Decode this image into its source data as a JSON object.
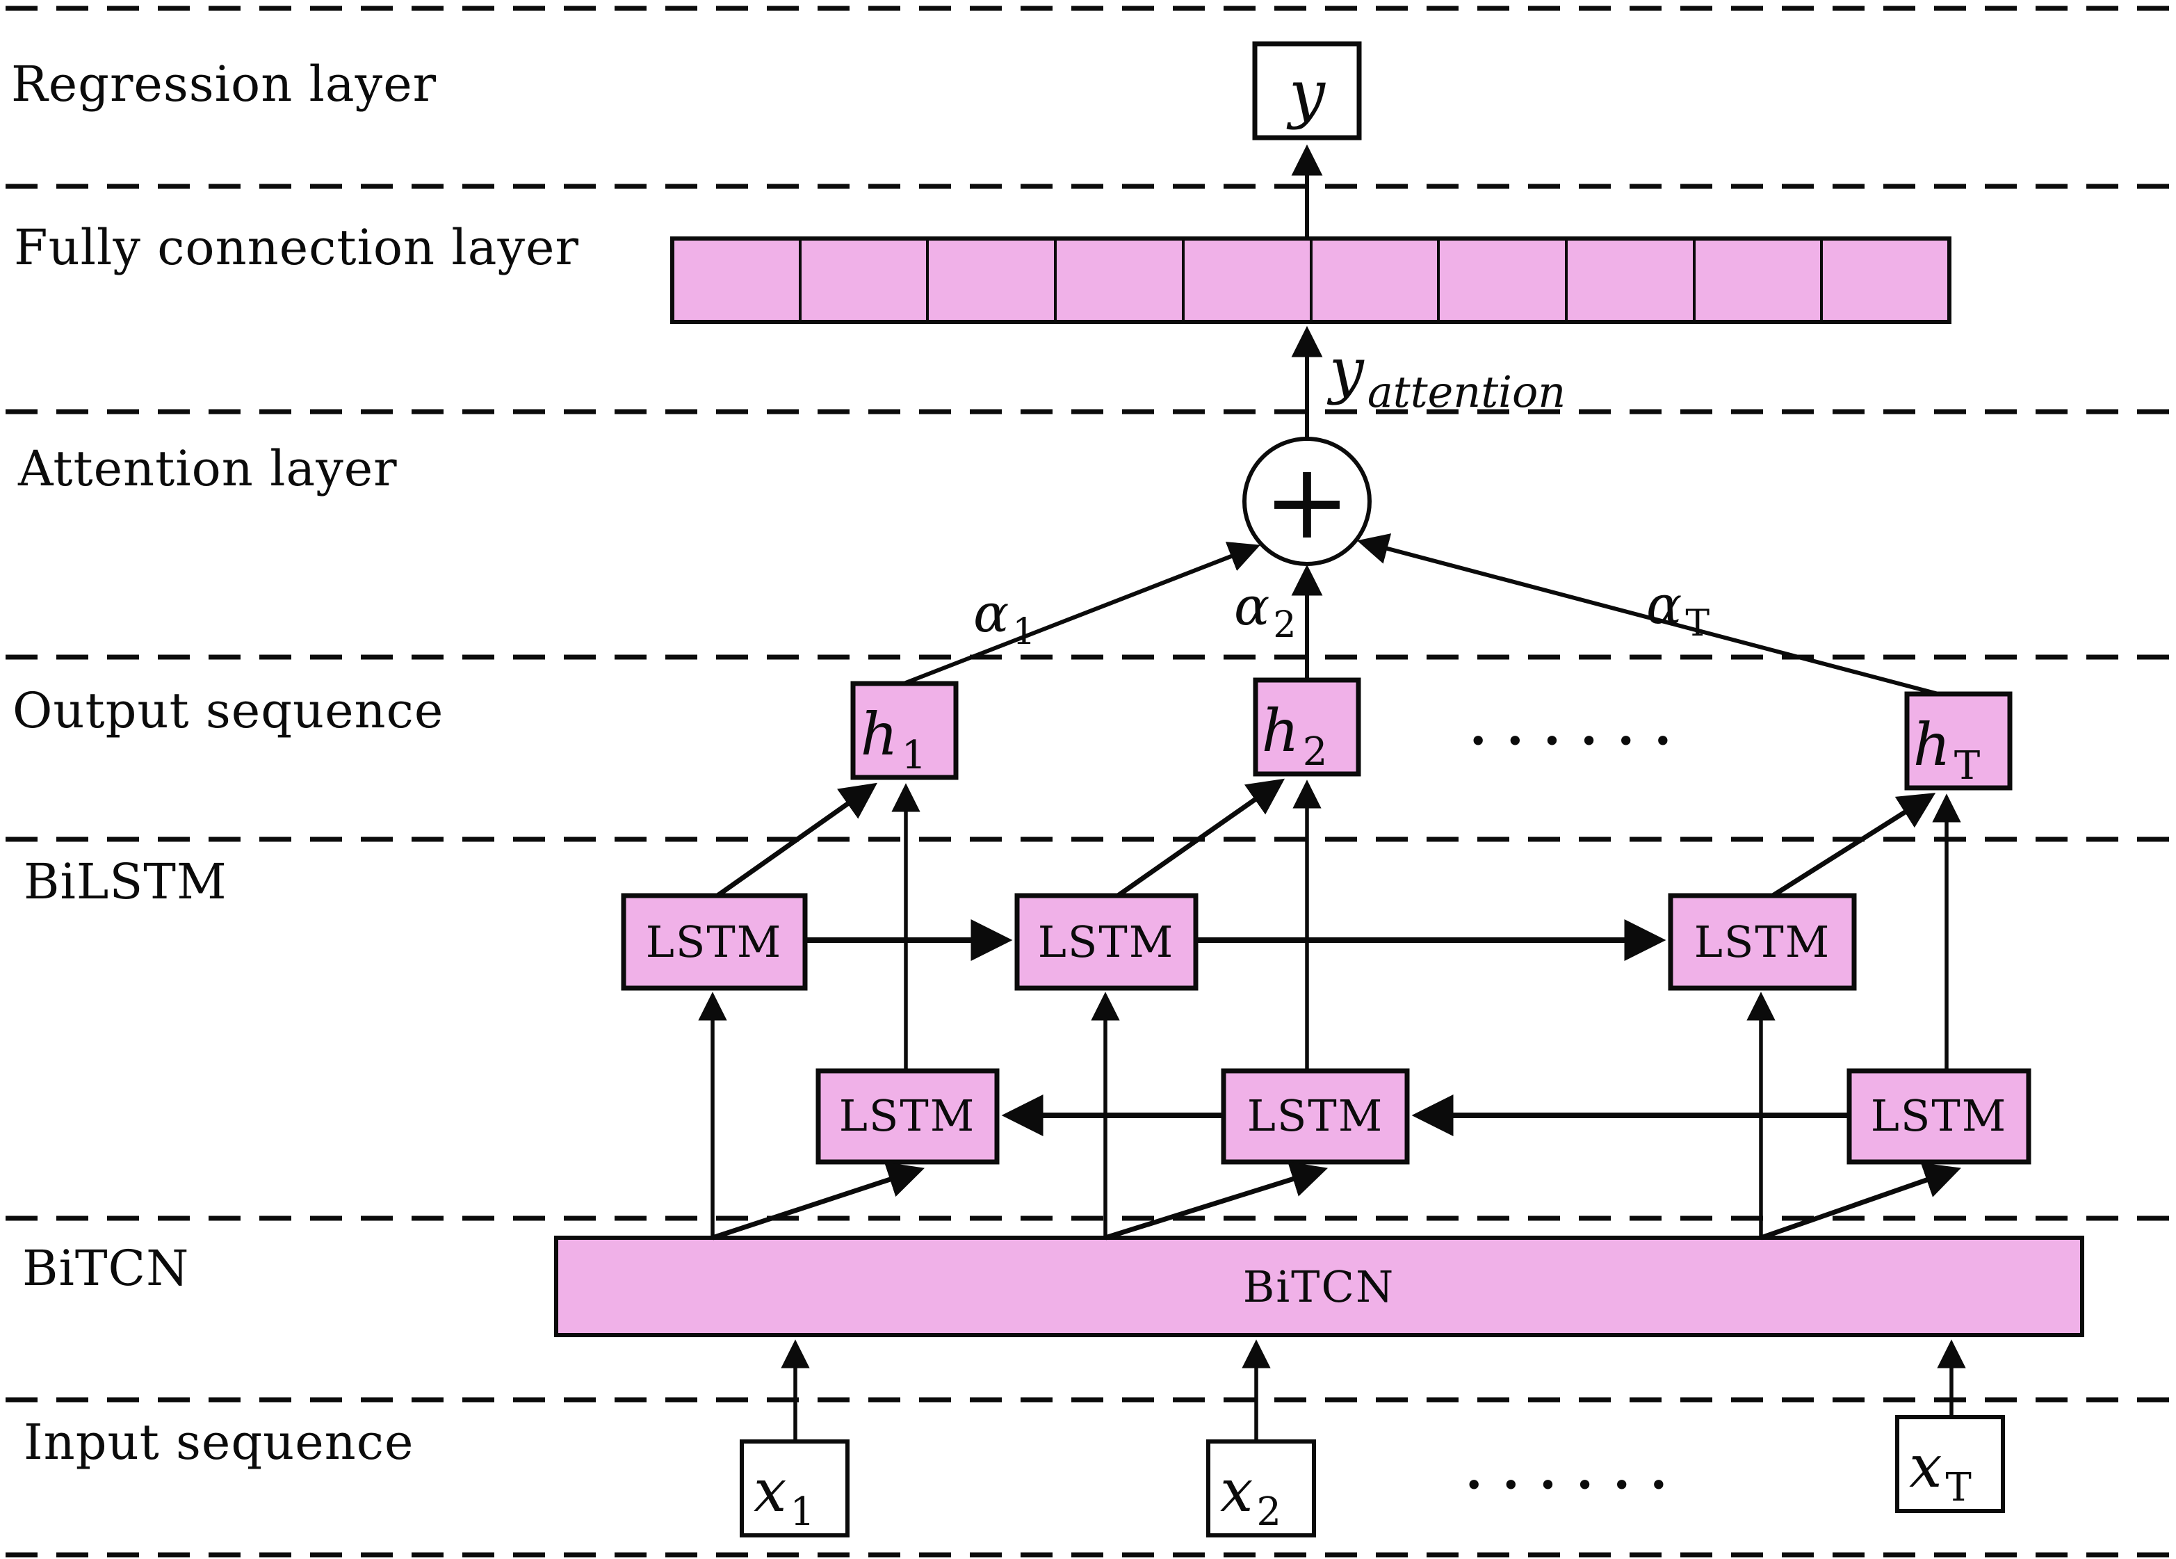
{
  "colors": {
    "node_pink": "#f0b1e8",
    "ink": "#0b0b0b",
    "background": "#ffffff"
  },
  "layer_labels": [
    "Regression layer",
    "Fully connection layer",
    "Attention layer",
    "Output sequence",
    "BiLSTM",
    "BiTCN",
    "Input sequence"
  ],
  "regression": {
    "output_label": "y"
  },
  "fully_connected": {
    "num_cells": 10
  },
  "attention": {
    "plus": "+",
    "result": {
      "main": "y",
      "sub": "attention"
    },
    "weights": [
      {
        "main": "α",
        "sub": "1"
      },
      {
        "main": "α",
        "sub": "2"
      },
      {
        "main": "α",
        "sub": "T"
      }
    ]
  },
  "output_sequence": {
    "nodes": [
      {
        "main": "h",
        "sub": "1"
      },
      {
        "main": "h",
        "sub": "2"
      },
      {
        "main": "h",
        "sub": "T"
      }
    ],
    "ellipsis": "••••••"
  },
  "bilstm": {
    "forward": [
      "LSTM",
      "LSTM",
      "LSTM"
    ],
    "backward": [
      "LSTM",
      "LSTM",
      "LSTM"
    ]
  },
  "bitcn": {
    "label": "BiTCN"
  },
  "input_sequence": {
    "nodes": [
      {
        "main": "x",
        "sub": "1"
      },
      {
        "main": "x",
        "sub": "2"
      },
      {
        "main": "x",
        "sub": "T"
      }
    ],
    "ellipsis": "••••••"
  }
}
